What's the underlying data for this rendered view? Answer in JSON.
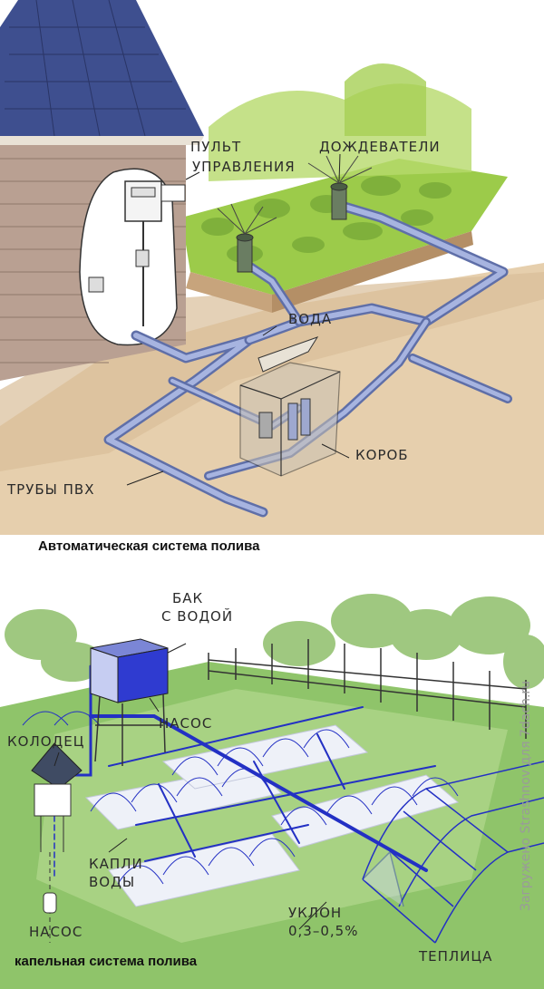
{
  "top_scheme": {
    "labels": {
      "control_panel": [
        "ПУЛЬТ",
        "УПРАВЛЕНИЯ"
      ],
      "sprinklers": "ДОЖДЕВАТЕЛИ",
      "water": "ВОДА",
      "box": "КОРОБ",
      "pvc_pipes": "ТРУБЫ ПВХ"
    },
    "caption": "Автоматическая система полива"
  },
  "bottom_scheme": {
    "labels": {
      "tank": [
        "БАК",
        "С ВОДОЙ"
      ],
      "pump_tank": "НАСОС",
      "well": "КОЛОДЕЦ",
      "drops": [
        "КАПЛИ",
        "ВОДЫ"
      ],
      "pump_well": "НАСОС",
      "slope": [
        "УКЛОН",
        "0,3–0,5%"
      ],
      "greenhouse": "ТЕПЛИЦА"
    },
    "caption": "капельная система полива"
  },
  "watermark": "Загружено Strashnov для 7dach.ru",
  "colors": {
    "roof": "#3e4f8f",
    "wall": "#b79a8a",
    "grass": "#9ccb4a",
    "soil": "#e3c9a5",
    "pipe": "#7c8ec2",
    "drip": "#2330c4",
    "garden_green": "#79b85c"
  }
}
